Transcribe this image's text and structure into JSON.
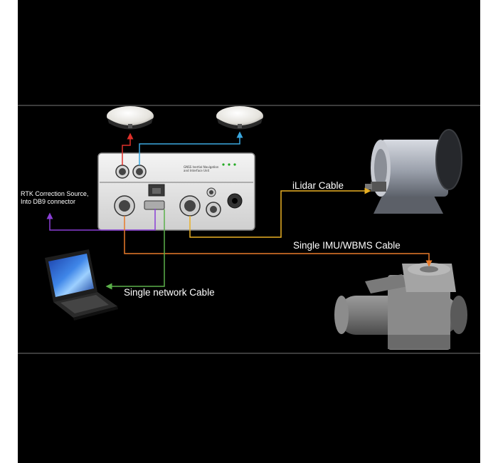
{
  "labels": {
    "rtk_source": "RTK Correction Source, Into DB9 connector",
    "ilidar_cable": "iLidar Cable",
    "imu_cable": "Single IMU/WBMS Cable",
    "network_cable": "Single network Cable"
  },
  "colors": {
    "background": "#000000",
    "frame": "#ffffff",
    "cable_red": "#e0302a",
    "cable_blue": "#3aa8e0",
    "cable_purple": "#8a3fd6",
    "cable_yellow": "#e9b024",
    "cable_orange": "#e87a2a",
    "cable_green": "#5bb04a"
  },
  "icons": [
    "gnss-antenna-icon",
    "interface-unit-icon",
    "lidar-icon",
    "laptop-icon",
    "sonar-mount-icon"
  ]
}
